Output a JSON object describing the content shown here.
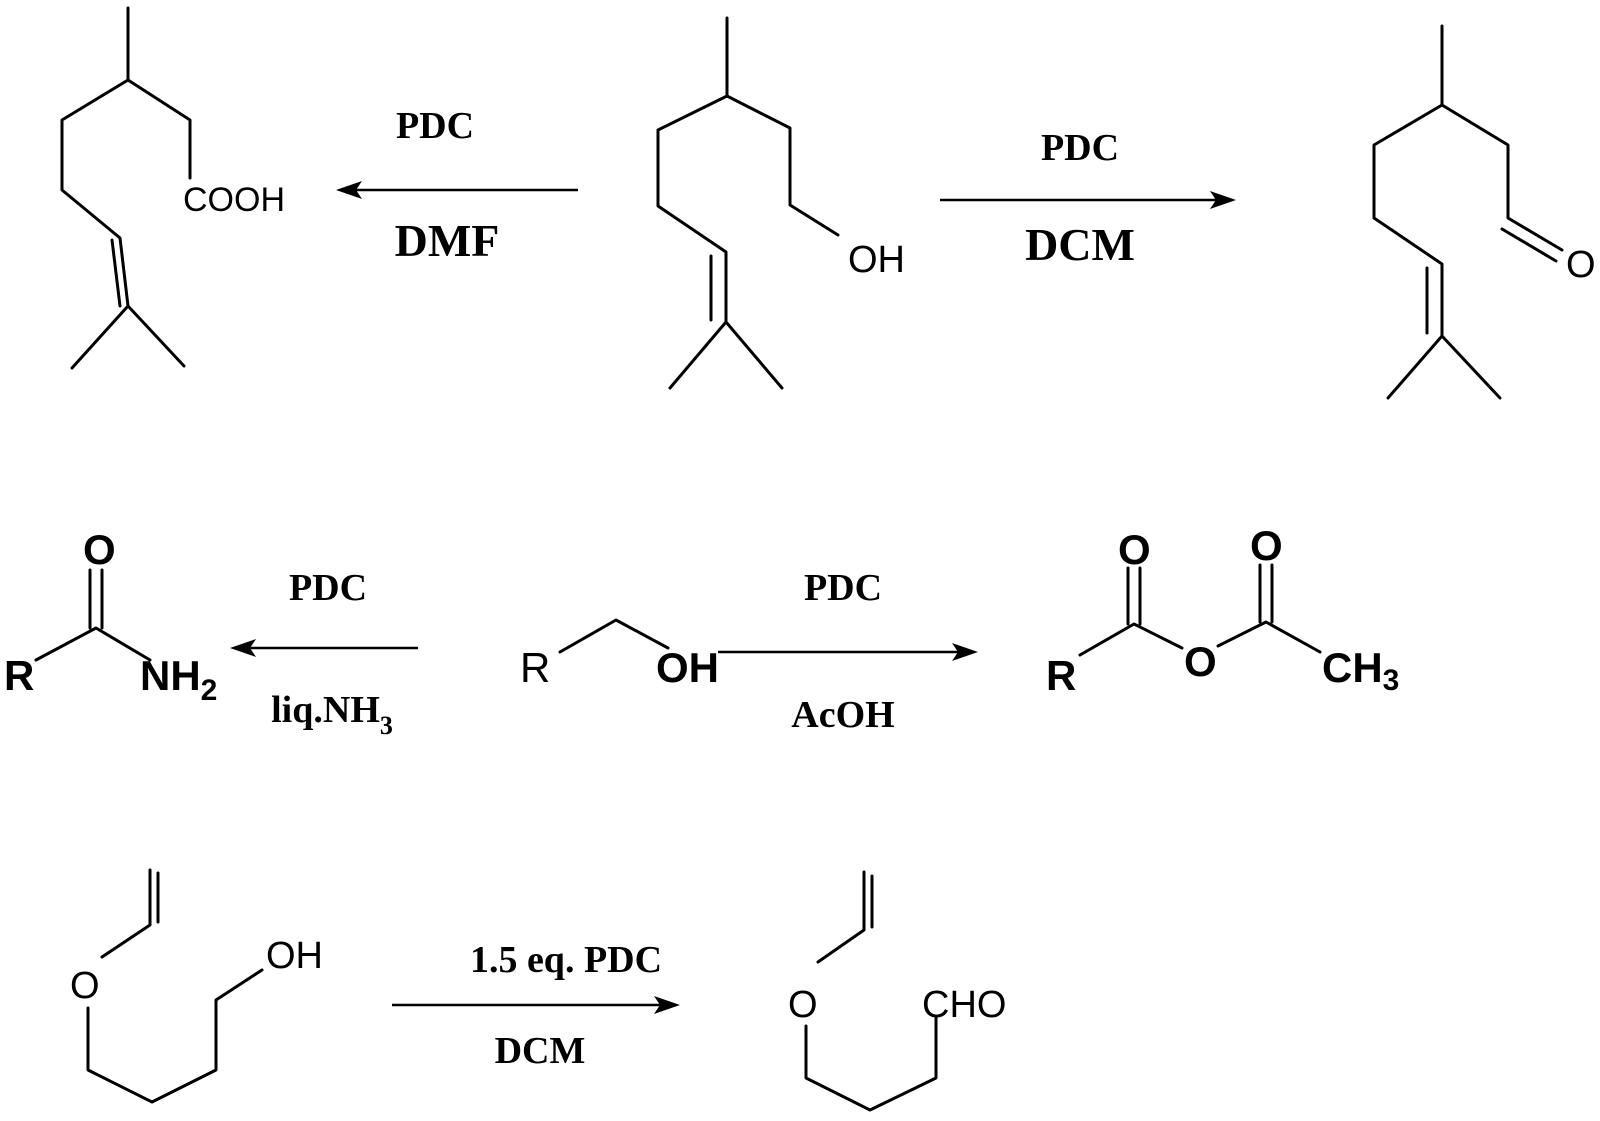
{
  "reaction1": {
    "reactant": {
      "label": "OH"
    },
    "left_product": {
      "label": "COOH"
    },
    "right_product": {
      "label": "O"
    },
    "left_arrow": {
      "reagent_top": "PDC",
      "reagent_bottom": "DMF"
    },
    "right_arrow": {
      "reagent_top": "PDC",
      "reagent_bottom": "DCM"
    }
  },
  "reaction2": {
    "reactant": {
      "r_label": "R",
      "oh_label": "OH"
    },
    "amide": {
      "r_label": "R",
      "o_label": "O",
      "nh_label": "NH",
      "nh_sub": "2"
    },
    "anhydride": {
      "r_label": "R",
      "o1_label": "O",
      "o2_label": "O",
      "bridge_o_label": "O",
      "ch_label": "CH",
      "ch_sub": "3"
    },
    "left_arrow": {
      "reagent_top": "PDC",
      "reagent_bottom_main": "liq.NH",
      "reagent_bottom_sub": "3"
    },
    "right_arrow": {
      "reagent_top": "PDC",
      "reagent_bottom": "AcOH"
    }
  },
  "reaction3": {
    "reactant": {
      "o_label": "O",
      "oh_label": "OH"
    },
    "product": {
      "o_label": "O",
      "cho_label": "CHO"
    },
    "arrow": {
      "reagent_top": "1.5 eq. PDC",
      "reagent_bottom": "DCM"
    }
  }
}
